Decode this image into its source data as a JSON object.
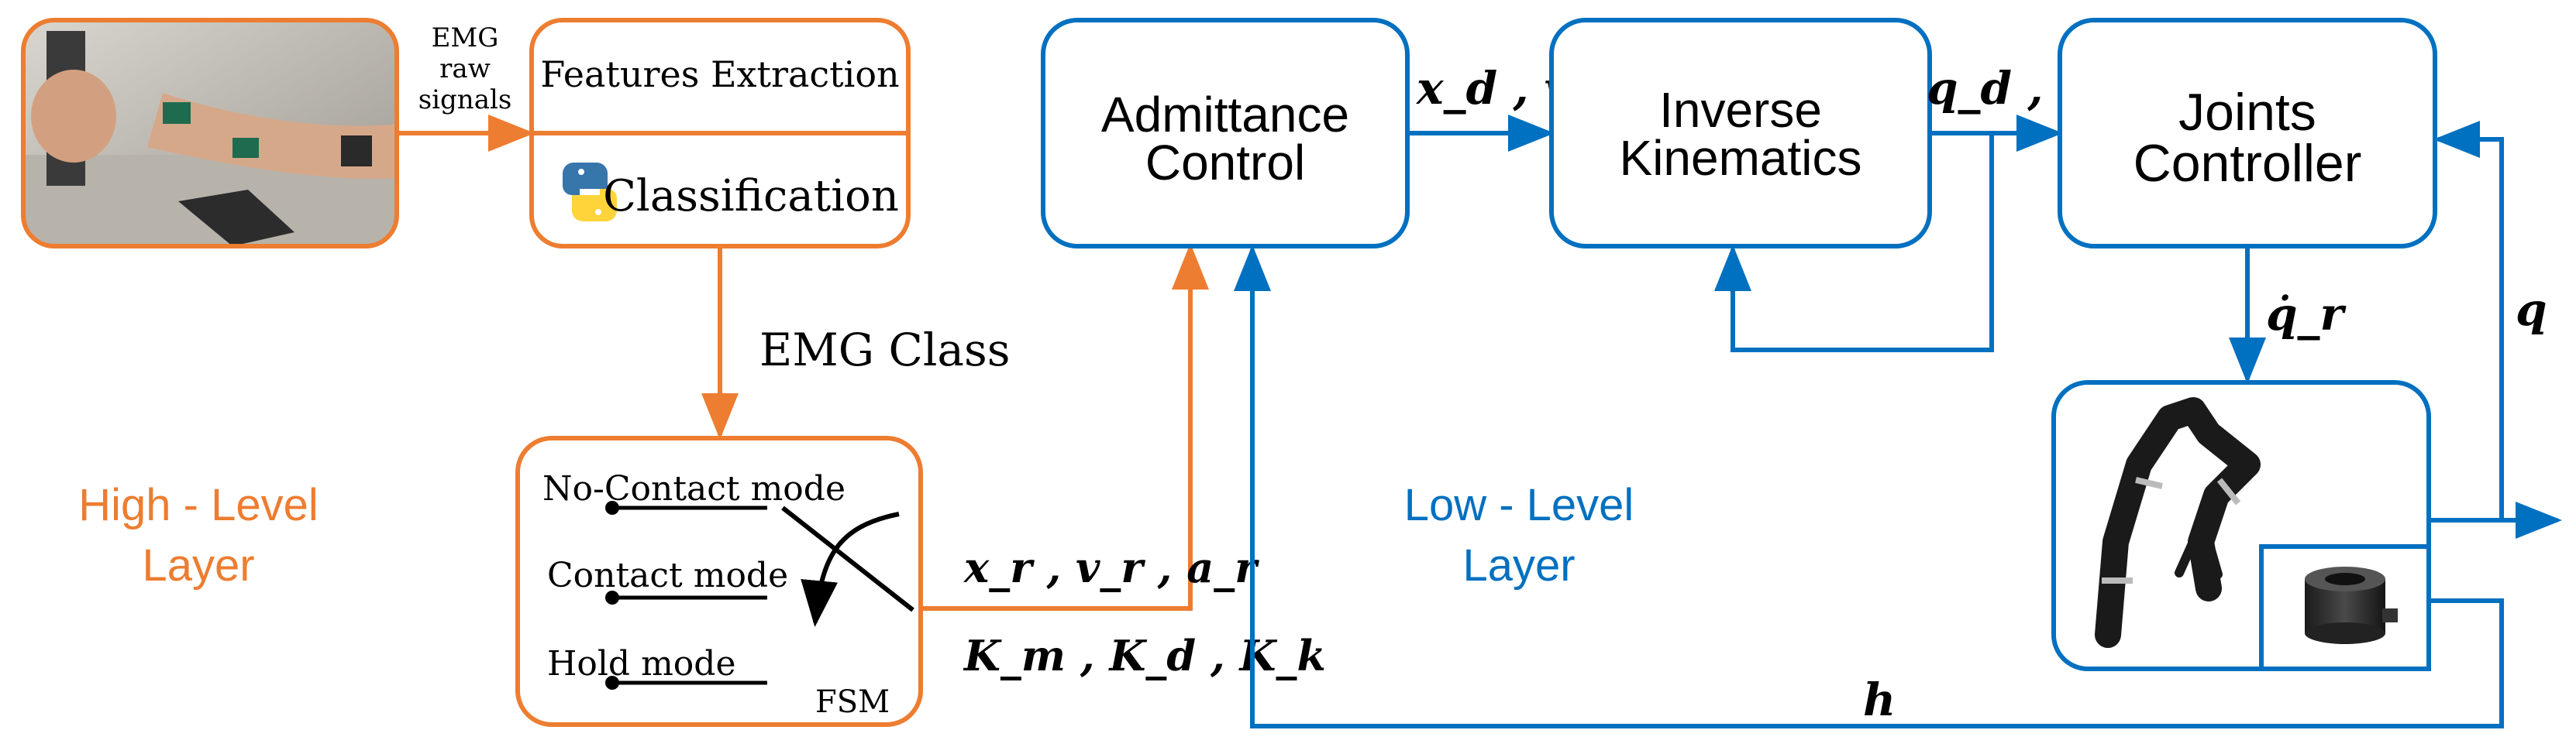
{
  "colors": {
    "high_level": "#ED7D31",
    "low_level": "#0070C0",
    "text": "#000000",
    "python_blue": "#3776AB",
    "python_yellow": "#FFD43B"
  },
  "icons": {
    "arm_photo": "arm-photo-icon",
    "python": "python-logo-icon",
    "robot": "robot-arm-icon",
    "sensor": "force-torque-sensor-icon"
  },
  "high_level": {
    "layer_label_line1": "High - Level",
    "layer_label_line2": "Layer",
    "emg_signal_line1": "EMG",
    "emg_signal_line2": "raw",
    "emg_signal_line3": "signals",
    "features_label": "Features Extraction",
    "classification_label": "Classification",
    "emg_class_label": "EMG Class",
    "fsm": {
      "mode1": "No-Contact mode",
      "mode2": "Contact mode",
      "mode3": "Hold mode",
      "label": "FSM"
    }
  },
  "signals": {
    "ref_motion": "x_r , v_r , a_r",
    "gains": "K_m , K_d , K_k",
    "desired_pose": "x_d , v_d",
    "desired_joints": "q_d , q̇_d",
    "joint_vel_cmd": "q̇_r",
    "joint_feedback": "q",
    "wrench": "h"
  },
  "low_level": {
    "layer_label_line1": "Low - Level",
    "layer_label_line2": "Layer",
    "admittance_line1": "Admittance",
    "admittance_line2": "Control",
    "ik_line1": "Inverse",
    "ik_line2": "Kinematics",
    "joints_line1": "Joints",
    "joints_line2": "Controller"
  }
}
